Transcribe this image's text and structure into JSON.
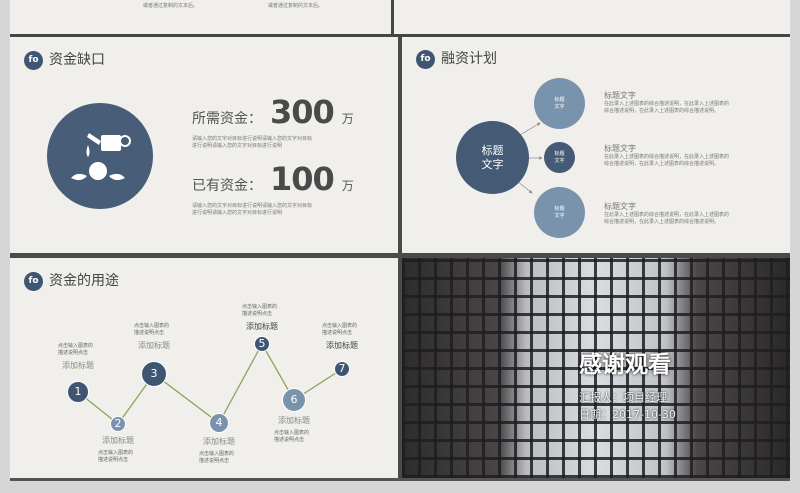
{
  "top_strip": {
    "left_text": "或者通过复制的文本后。",
    "right_text": "或者通过复制的文本后。"
  },
  "funding_gap": {
    "title": "资金缺口",
    "icon": "watering-can-money-icon",
    "required": {
      "label": "所需资金：",
      "value": "300",
      "unit": "万",
      "desc1": "请输入您的文字对目标进行说明请输入您的文字对目标",
      "desc2": "进行说明请输入您的文字对目标进行说明"
    },
    "existing": {
      "label": "已有资金：",
      "value": "100",
      "unit": "万",
      "desc1": "请输入您的文字对目标进行说明请输入您的文字对目标",
      "desc2": "进行说明请输入您的文字对目标进行说明"
    }
  },
  "financing_plan": {
    "title": "融资计划",
    "center_label1": "标题",
    "center_label2": "文字",
    "items": [
      {
        "circle1": "标题",
        "circle2": "文字",
        "title": "标题文字",
        "desc1": "在此录入上述图表的综合描述说明，在此录入上述图表的",
        "desc2": "综合描述说明，在此录入上述图表的综合描述说明。"
      },
      {
        "circle1": "标题",
        "circle2": "文字",
        "title": "标题文字",
        "desc1": "在此录入上述图表的综合描述说明，在此录入上述图表的",
        "desc2": "综合描述说明，在此录入上述图表的综合描述说明。"
      },
      {
        "circle1": "标题",
        "circle2": "文字",
        "title": "标题文字",
        "desc1": "在此录入上述图表的综合描述说明，在此录入上述图表的",
        "desc2": "综合描述说明，在此录入上述图表的综合描述说明。"
      }
    ]
  },
  "fund_usage": {
    "title": "资金的用途",
    "points": [
      {
        "num": "1",
        "title": "添加标题",
        "desc1": "点击输入图表的",
        "desc2": "描述说明点击"
      },
      {
        "num": "2",
        "title": "添加标题",
        "desc1": "点击输入图表的",
        "desc2": "描述说明点击"
      },
      {
        "num": "3",
        "title": "添加标题",
        "desc1": "点击输入图表的",
        "desc2": "描述说明点击"
      },
      {
        "num": "4",
        "title": "添加标题",
        "desc1": "点击输入图表的",
        "desc2": "描述说明点击"
      },
      {
        "num": "5",
        "title": "添加标题",
        "desc1": "点击输入图表的",
        "desc2": "描述说明点击"
      },
      {
        "num": "6",
        "title": "添加标题",
        "desc1": "点击输入图表的",
        "desc2": "描述说明点击"
      },
      {
        "num": "7",
        "title": "添加标题",
        "desc1": "点击输入图表的",
        "desc2": "描述说明点击"
      }
    ]
  },
  "thanks": {
    "title": "感谢观看",
    "reporter": "汇报人：项目经理",
    "date": "日期：2017-10-30"
  },
  "colors": {
    "dark_blue": "#3f5672",
    "light_blue": "#7a93ad",
    "line_green": "#8fa35a",
    "panel": "#f0efeb"
  }
}
